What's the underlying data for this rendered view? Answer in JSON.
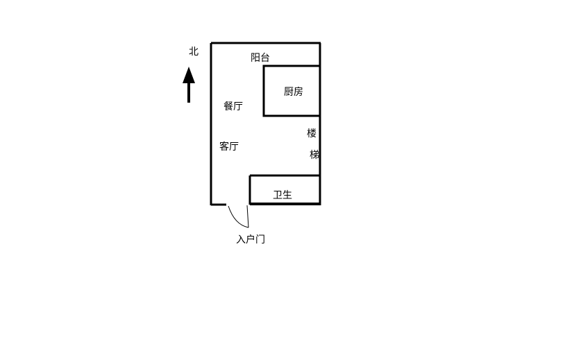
{
  "compass": {
    "label": "北"
  },
  "rooms": {
    "balcony": "阳台",
    "kitchen": "厨房",
    "dining": "餐厅",
    "living": "客厅",
    "stairs_1": "楼",
    "stairs_2": "梯",
    "bathroom": "卫生"
  },
  "entrance": {
    "label": "入户门"
  }
}
